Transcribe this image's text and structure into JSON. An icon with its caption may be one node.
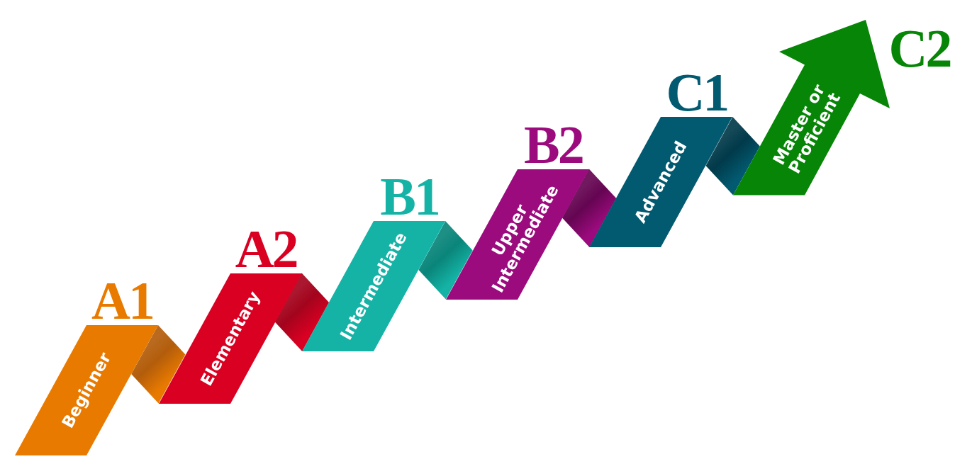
{
  "diagram": {
    "nodes": [
      {
        "text": [
          "Beginner"
        ],
        "beside": [
          "A1"
        ]
      },
      {
        "text": [
          "Elementary"
        ],
        "beside": [
          "A2"
        ]
      },
      {
        "text": [
          "Intermediate"
        ],
        "beside": [
          "B1"
        ]
      },
      {
        "text": [
          "Upper Intermediate"
        ],
        "beside": [
          "B2"
        ]
      },
      {
        "text": [
          "Advanced"
        ],
        "beside": [
          "C1"
        ]
      },
      {
        "text": [
          "Master or Proficient"
        ],
        "beside": [
          "C2"
        ]
      }
    ],
    "edges": [
      {
        "from": 0,
        "to": 1,
        "arrow": "none"
      },
      {
        "from": 1,
        "to": 2,
        "arrow": "none"
      },
      {
        "from": 2,
        "to": 3,
        "arrow": "none"
      },
      {
        "from": 3,
        "to": 4,
        "arrow": "none"
      },
      {
        "from": 4,
        "to": 5,
        "arrow": "none"
      }
    ]
  }
}
